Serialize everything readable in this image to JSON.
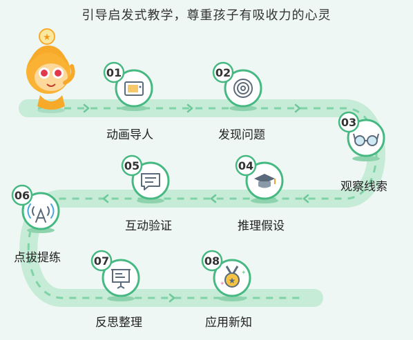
{
  "title": "引导启发式教学，尊重孩子有吸收力的心灵",
  "steps": [
    {
      "num": "01",
      "label": "动画导人",
      "icon": "tv-icon"
    },
    {
      "num": "02",
      "label": "发现问题",
      "icon": "target-icon"
    },
    {
      "num": "03",
      "label": "观察线索",
      "icon": "glasses-icon"
    },
    {
      "num": "04",
      "label": "推理假设",
      "icon": "graduation-cap-icon"
    },
    {
      "num": "05",
      "label": "互动验证",
      "icon": "chat-bubble-icon"
    },
    {
      "num": "06",
      "label": "点拔提练",
      "icon": "signal-tower-icon"
    },
    {
      "num": "07",
      "label": "反思整理",
      "icon": "presentation-board-icon"
    },
    {
      "num": "08",
      "label": "应用新知",
      "icon": "medal-icon"
    }
  ],
  "colors": {
    "road": "#c6ebd6",
    "dash": "#7fd3a6",
    "badge_border": "#46b882",
    "icon": "#5b6a7a",
    "mascot": "#f7a92a"
  },
  "mascot": "cartoon-mascot"
}
